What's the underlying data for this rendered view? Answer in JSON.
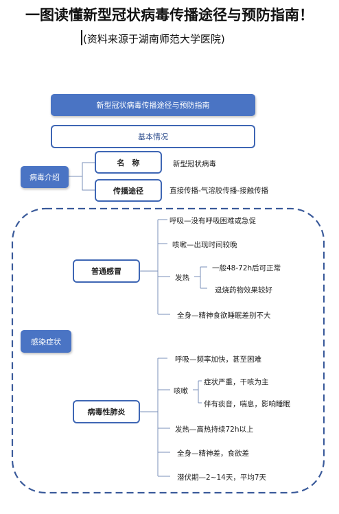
{
  "header": {
    "title": "一图读懂新型冠状病毒传播途径与预防指南！",
    "subtitle": "(资料来源于湖南师范大学医院)"
  },
  "diagram": {
    "top_title": "新型冠状病毒传播途径与预防指南",
    "basic_info": "基本情况",
    "virus_intro": {
      "label": "病毒介绍",
      "name_label": "名　称",
      "name_value": "新型冠状病毒",
      "route_label": "传播途径",
      "route_value": "直接传播-气溶胶传播-接触传播"
    },
    "infection": {
      "label": "感染症状",
      "common_cold": {
        "label": "普通感冒",
        "breath": "呼吸—没有呼吸困难或急促",
        "cough": "咳嗽—出现时间较晚",
        "fever": "发热",
        "fever_a": "一般48-72h后可正常",
        "fever_b": "退烧药物效果较好",
        "body": "全身—精神食欲睡眠差别不大"
      },
      "viral_pneumonia": {
        "label": "病毒性肺炎",
        "breath": "呼吸—频率加快，甚至困难",
        "cough": "咳嗽",
        "cough_a": "症状严重，干咳为主",
        "cough_b": "伴有痰音，喘息，影响睡眠",
        "fever": "发热—高热持续72h以上",
        "body": "全身—精神差，食欲差",
        "incubation": "潜伏期—2~14天，平均7天"
      }
    }
  },
  "colors": {
    "accent": "#4a74c4",
    "border": "#3e66b4",
    "line": "#7a8fb8"
  }
}
